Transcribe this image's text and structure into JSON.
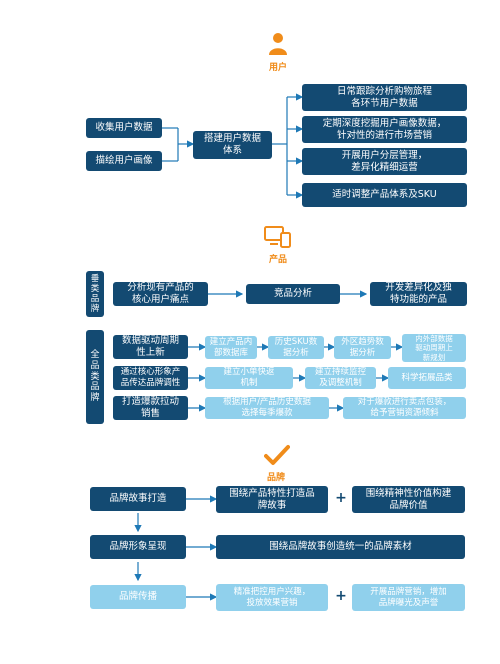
{
  "colors": {
    "dark": "#134a72",
    "light": "#90d0ec",
    "accent": "#f08c1a",
    "line": "#1e79b6"
  },
  "sections": {
    "user": {
      "title": "用户",
      "icon": "user-icon",
      "inputs": [
        "收集用户数据",
        "描绘用户画像"
      ],
      "center": "搭建用户数据\n体系",
      "outputs": [
        "日常跟踪分析购物旅程\n各环节用户数据",
        "定期深度挖掘用户画像数据，\n针对性的进行市场营销",
        "开展用户分层管理，\n差异化精细运营",
        "适时调整产品体系及SKU"
      ]
    },
    "product": {
      "title": "产品",
      "icon": "devices-icon",
      "vertical_label": "垂\n类\n品\n牌",
      "vertical_steps": [
        "分析现有产品的\n核心用户痛点",
        "竞品分析",
        "开发差异化及独\n特功能的产品"
      ],
      "full_label": "全\n品\n类\n品\n牌",
      "full_rows": [
        {
          "head": "数据驱动周期\n性上新",
          "steps": [
            "建立产品内\n部数据库",
            "历史SKU数\n据分析",
            "外区趋势数\n据分析",
            "内外部数据\n驱动周期上\n新规划"
          ]
        },
        {
          "head": "通过核心形象产\n品传达品牌调性",
          "steps": [
            "建立小单快返\n机制",
            "建立持续监控\n及调整机制",
            "科学拓展品类"
          ]
        },
        {
          "head": "打造爆款拉动\n销售",
          "steps": [
            "根据用户/产品历史数据\n选择每季爆款",
            "对于爆款进行卖点包装，\n给予营销资源倾斜"
          ]
        }
      ]
    },
    "brand": {
      "title": "品牌",
      "icon": "checkmark-icon",
      "rows": [
        {
          "head": "品牌故事打造",
          "items": [
            "围绕产品特性打造品\n牌故事",
            "围绕精神性价值构建\n品牌价值"
          ],
          "joiner": "+"
        },
        {
          "head": "品牌形象呈现",
          "items": [
            "围绕品牌故事创造统一的品牌素材"
          ]
        },
        {
          "head": "品牌传播",
          "items": [
            "精准把控用户兴趣，\n投放效果营销",
            "开展品牌营销，增加\n品牌曝光及声誉"
          ],
          "joiner": "+"
        }
      ]
    }
  }
}
